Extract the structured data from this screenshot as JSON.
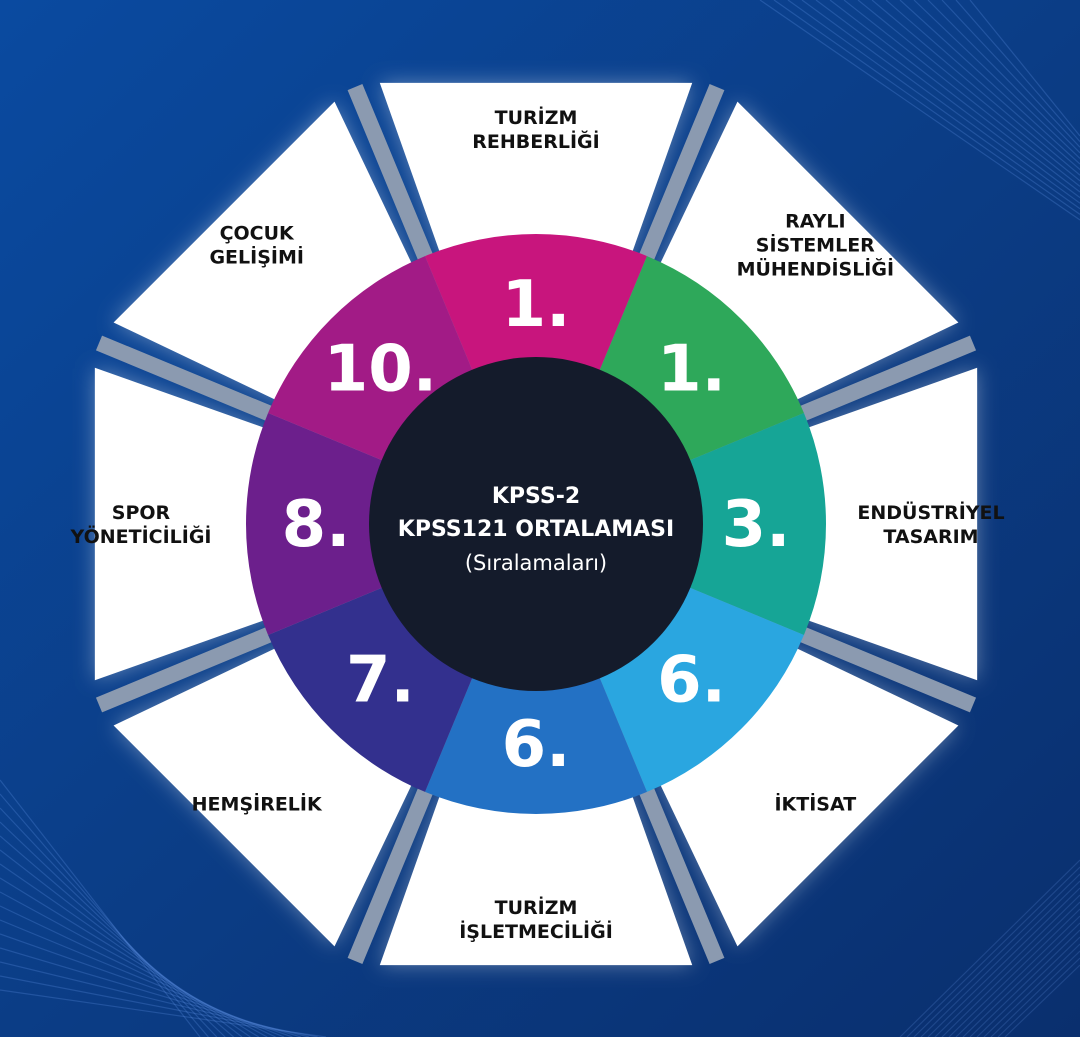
{
  "center": {
    "line1": "KPSS-2",
    "line2": "KPSS121 ORTALAMASI",
    "line3": "(Sıralamaları)"
  },
  "segments": [
    {
      "rank": "1.",
      "label": [
        "TURİZM",
        "REHBERLİĞİ"
      ],
      "color": "#c8157d"
    },
    {
      "rank": "1.",
      "label": [
        "RAYLI",
        "SİSTEMLER",
        "MÜHENDİSLİĞİ"
      ],
      "color": "#2ea85a"
    },
    {
      "rank": "3.",
      "label": [
        "ENDÜSTRİYEL",
        "TASARIM"
      ],
      "color": "#16a596"
    },
    {
      "rank": "6.",
      "label": [
        "İKTİSAT"
      ],
      "color": "#2aa6e0"
    },
    {
      "rank": "6.",
      "label": [
        "TURİZM",
        "İŞLETMECİLİĞİ"
      ],
      "color": "#2371c4"
    },
    {
      "rank": "7.",
      "label": [
        "HEMŞİRELİK"
      ],
      "color": "#33308e"
    },
    {
      "rank": "8.",
      "label": [
        "SPOR",
        "YÖNETİCİLİĞİ"
      ],
      "color": "#6c1f8c"
    },
    {
      "rank": "10.",
      "label": [
        "ÇOCUK",
        "GELİŞİMİ"
      ],
      "color": "#a21b86"
    }
  ],
  "colors": {
    "background": "#0b3d86",
    "center_circle": "#141b2b",
    "panel": "#ffffff",
    "spoke": "#8b9ab0"
  }
}
